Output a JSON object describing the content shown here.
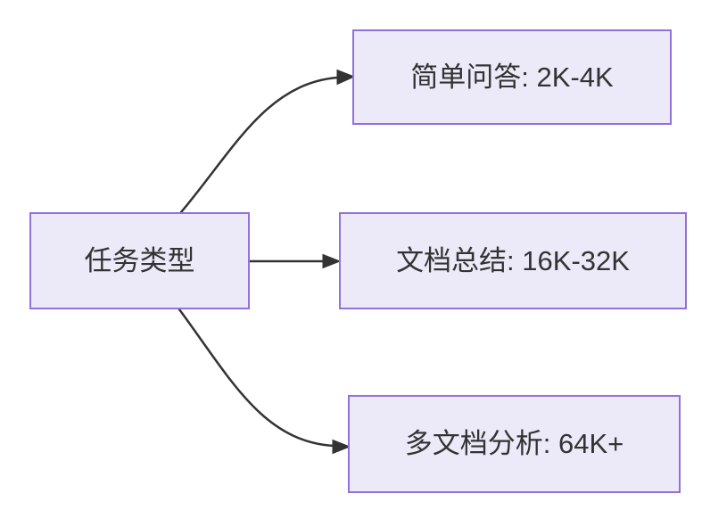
{
  "diagram": {
    "type": "flowchart",
    "direction": "left-to-right",
    "root": {
      "id": "task-type",
      "label": "任务类型"
    },
    "children": [
      {
        "id": "simple-qa",
        "label": "简单问答: 2K-4K"
      },
      {
        "id": "doc-summary",
        "label": "文档总结: 16K-32K"
      },
      {
        "id": "multi-doc-analysis",
        "label": "多文档分析: 64K+"
      }
    ],
    "edges": [
      {
        "from": "task-type",
        "to": "simple-qa"
      },
      {
        "from": "task-type",
        "to": "doc-summary"
      },
      {
        "from": "task-type",
        "to": "multi-doc-analysis"
      }
    ],
    "colors": {
      "background": "#ffffff",
      "node_fill": "#ece9f8",
      "node_border": "#9370db",
      "edge": "#333333",
      "text": "#333333"
    }
  }
}
